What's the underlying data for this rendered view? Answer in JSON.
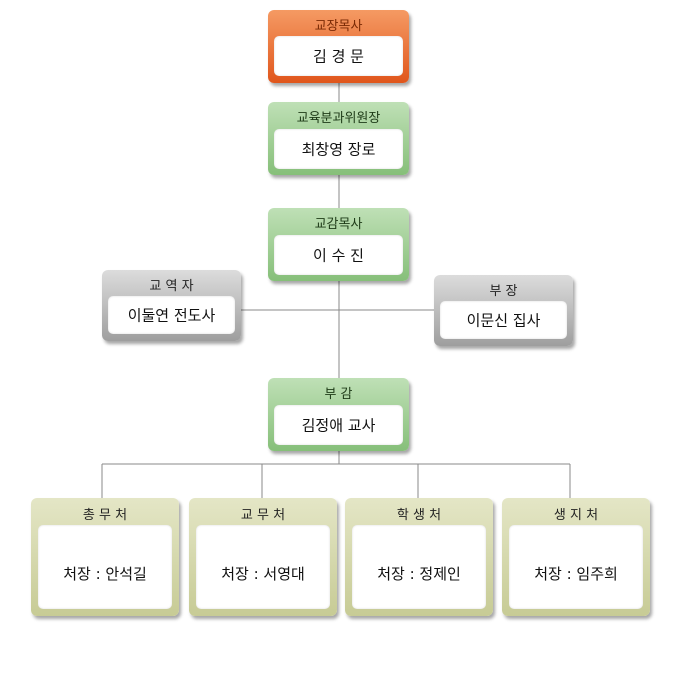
{
  "pastor": {
    "title": "교장목사",
    "name": "김 경 문"
  },
  "committee": {
    "title": "교육분과위원장",
    "name": "최창영 장로"
  },
  "vice_pastor": {
    "title": "교감목사",
    "name": "이 수 진"
  },
  "evangelist": {
    "title": "교 역 자",
    "name": "이둘연 전도사"
  },
  "director": {
    "title": "부 장",
    "name": "이문신 집사"
  },
  "assistant": {
    "title": "부 감",
    "name": "김정애 교사"
  },
  "departments": [
    {
      "title": "총 무 처",
      "head": "처장 : 안석길"
    },
    {
      "title": "교 무 처",
      "head": "처장 : 서영대"
    },
    {
      "title": "학 생 처",
      "head": "처장 : 정제인"
    },
    {
      "title": "생 지 처",
      "head": "처장 : 임주희"
    }
  ]
}
